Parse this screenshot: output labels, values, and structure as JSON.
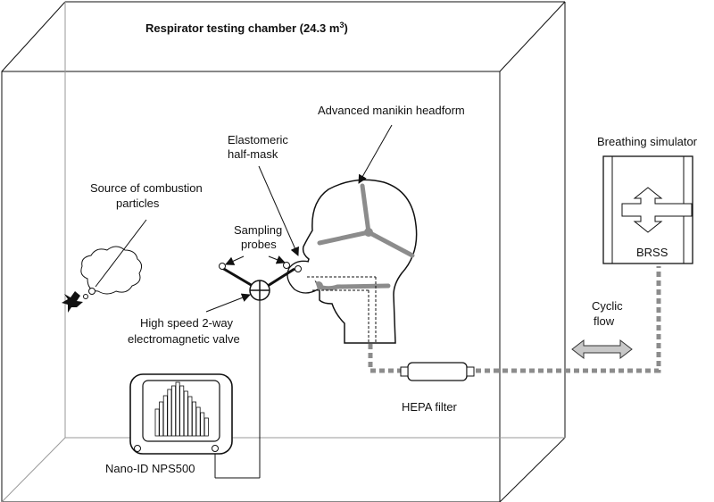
{
  "chamber": {
    "title": "Respirator testing chamber (24.3 m",
    "title_sup": "3",
    "title_end": ")"
  },
  "labels": {
    "headform": "Advanced manikin headform",
    "mask_line1": "Elastomeric",
    "mask_line2": "half-mask",
    "source_line1": "Source of combustion",
    "source_line2": "particles",
    "probes_line1": "Sampling",
    "probes_line2": "probes",
    "valve_line1": "High speed 2-way",
    "valve_line2": "electromagnetic valve",
    "nano": "Nano-ID NPS500",
    "hepa": "HEPA filter",
    "breathing_sim": "Breathing simulator",
    "brss": "BRSS",
    "cyclic_line1": "Cyclic",
    "cyclic_line2": "flow"
  },
  "colors": {
    "line": "#111111",
    "gray_tube": "#8c8c8c",
    "arrow_fill": "#c8c8c8"
  }
}
